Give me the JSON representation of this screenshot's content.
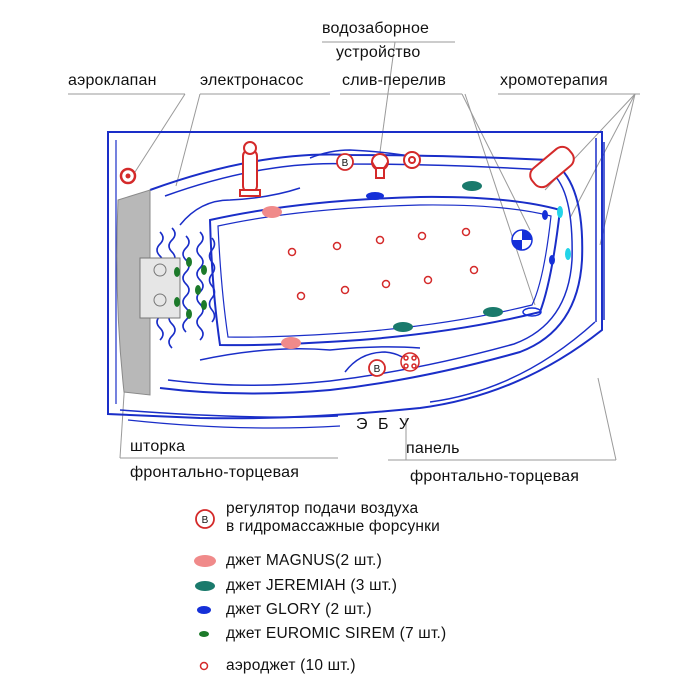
{
  "labels": {
    "water_intake": [
      "водозаборное",
      "устройство"
    ],
    "aero_valve": "аэроклапан",
    "electro_pump": "электронасос",
    "drain_overflow": "слив-перелив",
    "chromotherapy": "хромотерапия",
    "ebu": "Э Б У",
    "curtain": "шторка",
    "curtain_sub": "фронтально-торцевая",
    "panel": "панель",
    "panel_sub": "фронтально-торцевая"
  },
  "legend": [
    {
      "key": "air_regulator",
      "lines": [
        "регулятор подачи воздуха",
        "в гидромассажные форсунки"
      ],
      "color": "#d42a2a",
      "icon": "b-circle-icon"
    },
    {
      "key": "magnus",
      "text": "джет MAGNUS(2 шт.)",
      "color": "#f08a8a",
      "icon": "pink-oval-icon"
    },
    {
      "key": "jeremiah",
      "text": "джет JEREMIAH (3 шт.)",
      "color": "#1a7a6c",
      "icon": "teal-oval-icon"
    },
    {
      "key": "glory",
      "text": "джет GLORY (2 шт.)",
      "color": "#1530d8",
      "icon": "blue-oval-icon"
    },
    {
      "key": "euromic",
      "text": "джет EUROMIC SIREM (7 шт.)",
      "color": "#1c7a2a",
      "icon": "green-oval-icon"
    },
    {
      "key": "aerojet",
      "text": "аэроджет (10 шт.)",
      "color": "#d42a2a",
      "icon": "small-red-ring-icon"
    }
  ],
  "badge_letter": "В",
  "colors": {
    "outline": "#1a2ec8",
    "red": "#d42a2a",
    "curtain_gray": "#b8b8b8"
  }
}
